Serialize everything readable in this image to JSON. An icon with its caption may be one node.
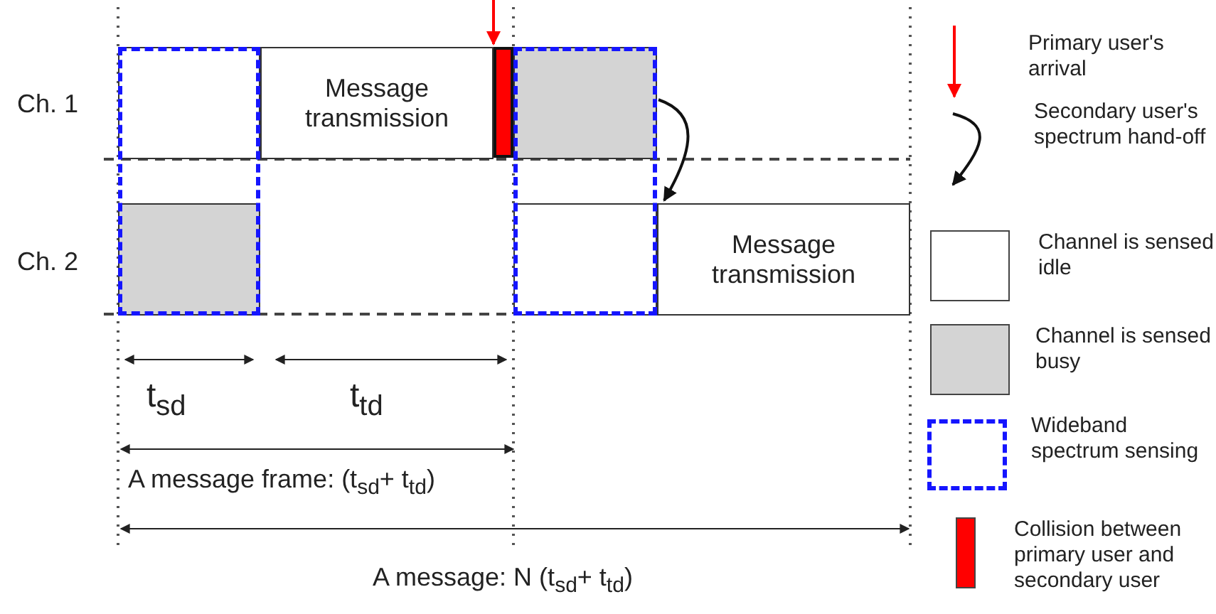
{
  "diagram": {
    "nodes": [
      {
        "text": [],
        "shape": "box"
      },
      {
        "text": [
          "Message transmission"
        ]
      },
      {
        "text": [],
        "shape": "bar"
      },
      {
        "text": [],
        "shape": "box"
      },
      {
        "text": [],
        "shape": "box"
      },
      {
        "text": [],
        "shape": "box"
      },
      {
        "text": [
          "Message transmission"
        ]
      }
    ],
    "edges": [
      {
        "from": null,
        "to": 2,
        "arrow": "to",
        "color": "#ff0000"
      },
      {
        "from": 3,
        "to": 5,
        "arrow": "to",
        "color": "#111111"
      }
    ],
    "labels": [
      "Ch. 1",
      "Ch. 2",
      "t$_{sd}$",
      "t$_{td}$",
      "A message frame: (t$_{sd}$+ t$_{td}$)",
      "A message: N (t$_{sd}$+ t$_{td}$)"
    ],
    "legend": [
      {
        "text": "Primary user's arrival"
      },
      {
        "text": "Secondary user's spectrum hand-off"
      },
      {
        "text": "Channel is sensed idle",
        "color": "#ffffff"
      },
      {
        "text": "Channel is sensed busy",
        "color": "#d4d4d4"
      },
      {
        "text": "Wideband spectrum sensing"
      },
      {
        "text": "Collision between primary user and secondary user",
        "color": "#ff0000"
      }
    ]
  }
}
